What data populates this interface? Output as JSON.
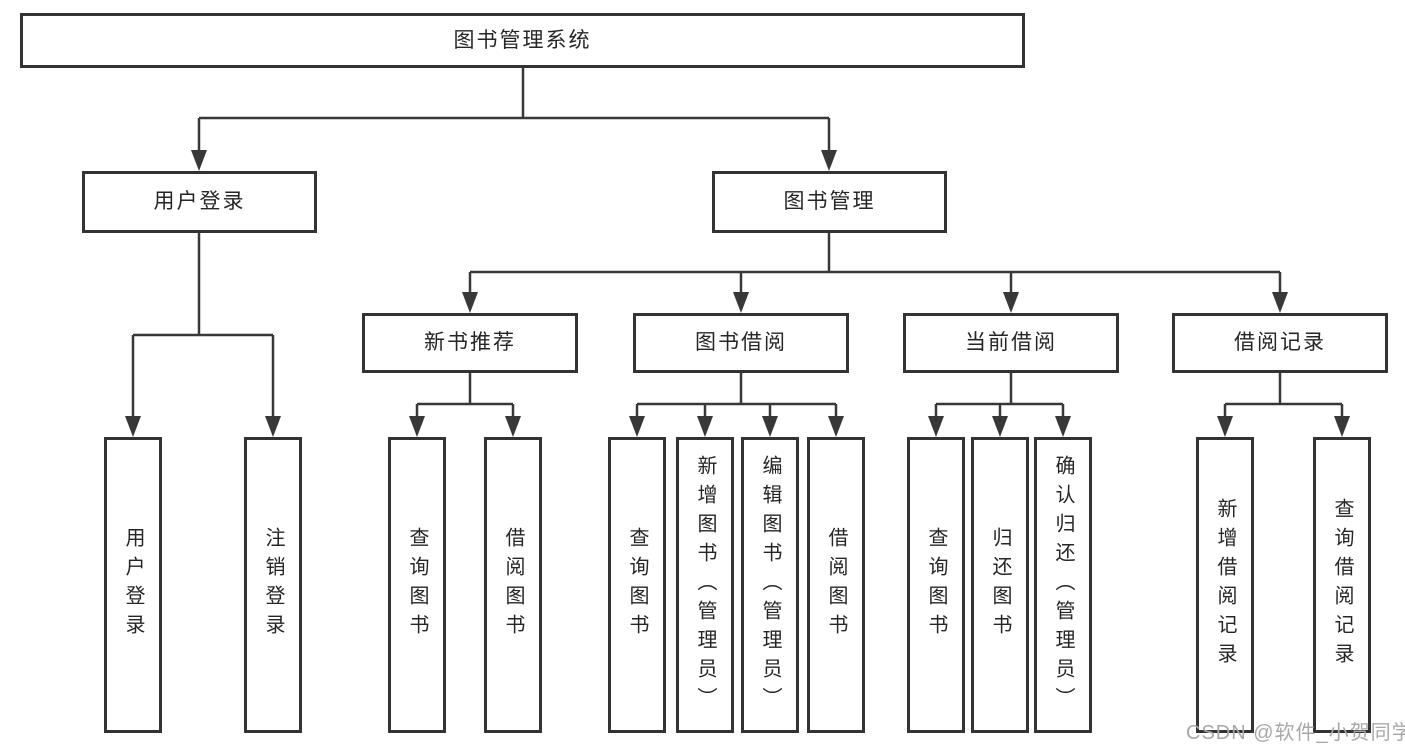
{
  "diagram": {
    "root": {
      "label": "图书管理系统"
    },
    "branches": [
      {
        "label": "用户登录",
        "children": [
          {
            "label": "用户登录"
          },
          {
            "label": "注销登录"
          }
        ]
      },
      {
        "label": "图书管理",
        "children": [
          {
            "label": "新书推荐",
            "children": [
              {
                "label": "查询图书"
              },
              {
                "label": "借阅图书"
              }
            ]
          },
          {
            "label": "图书借阅",
            "children": [
              {
                "label": "查询图书"
              },
              {
                "label": "新增图书（管理员）"
              },
              {
                "label": "编辑图书（管理员）"
              },
              {
                "label": "借阅图书"
              }
            ]
          },
          {
            "label": "当前借阅",
            "children": [
              {
                "label": "查询图书"
              },
              {
                "label": "归还图书"
              },
              {
                "label": "确认归还（管理员）"
              }
            ]
          },
          {
            "label": "借阅记录",
            "children": [
              {
                "label": "新增借阅记录"
              },
              {
                "label": "查询借阅记录"
              }
            ]
          }
        ]
      }
    ]
  },
  "watermark": {
    "text": "CSDN @软件_小贺同学"
  },
  "colors": {
    "line": "#383838",
    "box_border": "#333333",
    "text": "#262626",
    "watermark": "#a8a8a8",
    "background": "#ffffff"
  }
}
